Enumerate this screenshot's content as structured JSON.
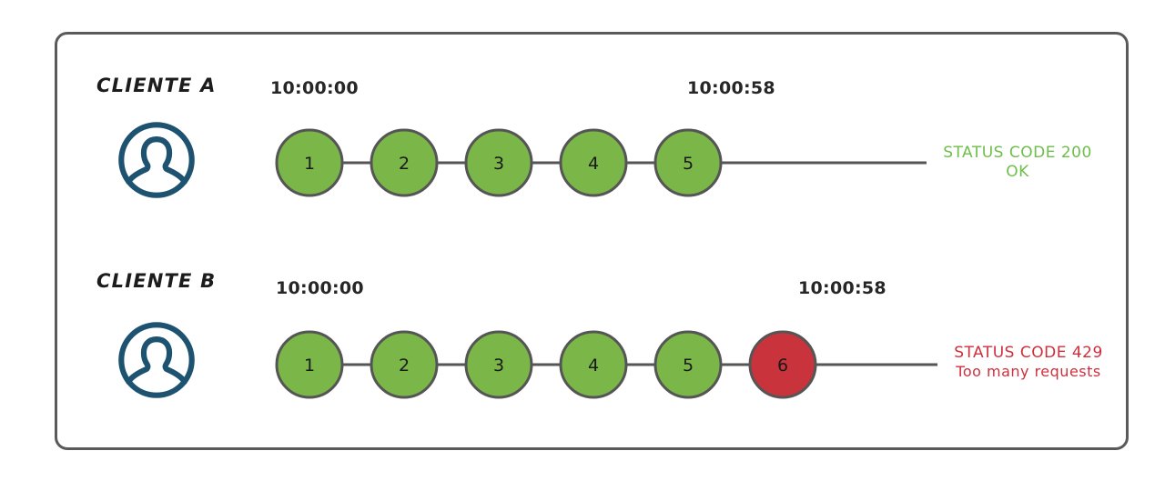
{
  "diagram": {
    "title_hidden": "",
    "colors": {
      "frame_border": "#5a5a5a",
      "node_green": "#7AB648",
      "node_red": "#C9333C",
      "node_stroke": "#555555",
      "connector": "#555555",
      "avatar": "#1d5270",
      "status_ok": "#6ebe4a",
      "status_error": "#cf2f3c",
      "text": "#1c1c1c",
      "background": "#ffffff"
    },
    "rows": [
      {
        "id": "client-a",
        "label": "CLIENTE A",
        "avatar_icon": "user-avatar-icon",
        "start_time": "10:00:00",
        "end_time": "10:00:58",
        "nodes": [
          {
            "number": "1",
            "state": "ok"
          },
          {
            "number": "2",
            "state": "ok"
          },
          {
            "number": "3",
            "state": "ok"
          },
          {
            "number": "4",
            "state": "ok"
          },
          {
            "number": "5",
            "state": "ok"
          }
        ],
        "status": {
          "line1": "STATUS CODE 200",
          "line2": "OK",
          "kind": "ok"
        }
      },
      {
        "id": "client-b",
        "label": "CLIENTE B",
        "avatar_icon": "user-avatar-icon",
        "start_time": "10:00:00",
        "end_time": "10:00:58",
        "nodes": [
          {
            "number": "1",
            "state": "ok"
          },
          {
            "number": "2",
            "state": "ok"
          },
          {
            "number": "3",
            "state": "ok"
          },
          {
            "number": "4",
            "state": "ok"
          },
          {
            "number": "5",
            "state": "ok"
          },
          {
            "number": "6",
            "state": "error"
          }
        ],
        "status": {
          "line1": "STATUS CODE 429",
          "line2": "Too many requests",
          "kind": "error"
        }
      }
    ]
  }
}
